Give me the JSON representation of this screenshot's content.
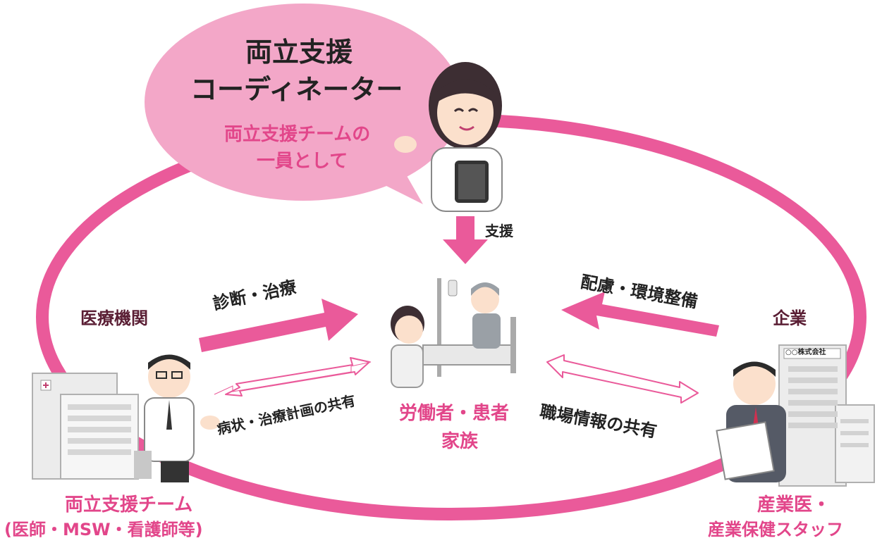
{
  "coordinator": {
    "title_line1": "両立支援",
    "title_line2": "コーディネーター",
    "subtitle_line1": "両立支援チームの",
    "subtitle_line2": "一員として"
  },
  "support_label": "支援",
  "institution_label": "医療機関",
  "company_label": "企業",
  "company_sign": "○○株式会社",
  "diagnosis_label": "診断・治療",
  "consideration_label": "配慮・環境整備",
  "worker_line1": "労働者・患者",
  "worker_line2": "家族",
  "plan_share_label": "病状・治療計画の共有",
  "workplace_share_label": "職場情報の共有",
  "team": {
    "line1": "両立支援チーム",
    "line2": "(医師・MSW・看護師等)"
  },
  "occupational": {
    "line1": "産業医・",
    "line2": "産業保健スタッフ"
  },
  "colors": {
    "ring": "#ea5a9a",
    "bubble": "#f3a7c8",
    "accent_text": "#e2468a",
    "dark_text": "#5a1e34"
  }
}
